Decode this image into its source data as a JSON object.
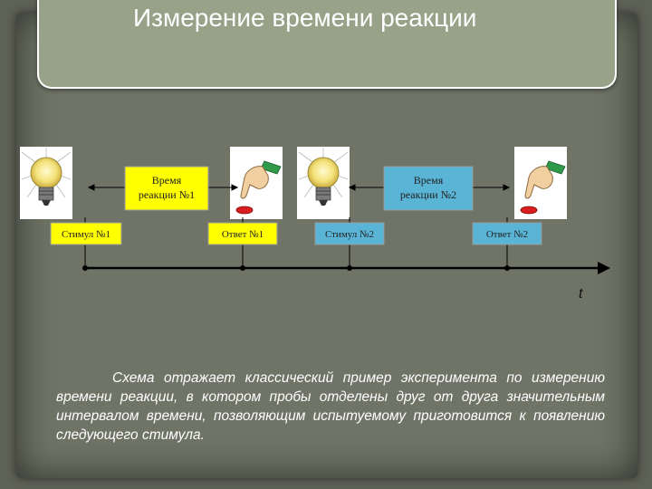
{
  "title": "Измерение времени реакции",
  "diagram": {
    "reaction_labels": [
      {
        "line1": "Время",
        "line2": "реакции №1",
        "color": "#ffff00"
      },
      {
        "line1": "Время",
        "line2": "реакции №2",
        "color": "#5ab4d6"
      }
    ],
    "event_labels": [
      {
        "text": "Стимул №1",
        "color": "#ffff00"
      },
      {
        "text": "Ответ №1",
        "color": "#ffff00"
      },
      {
        "text": "Стимул №2",
        "color": "#5ab4d6"
      },
      {
        "text": "Ответ №2",
        "color": "#5ab4d6"
      }
    ],
    "axis_label": "t",
    "stimulus_icon": "lightbulb-icon",
    "response_icon": "button-press-hand-icon"
  },
  "caption": "Схема отражает классический пример эксперимента по измерению времени реакции, в котором пробы отделены друг от друга значительным интервалом времени, позволяющим испытуемому приготовится к появлению следующего стимула."
}
